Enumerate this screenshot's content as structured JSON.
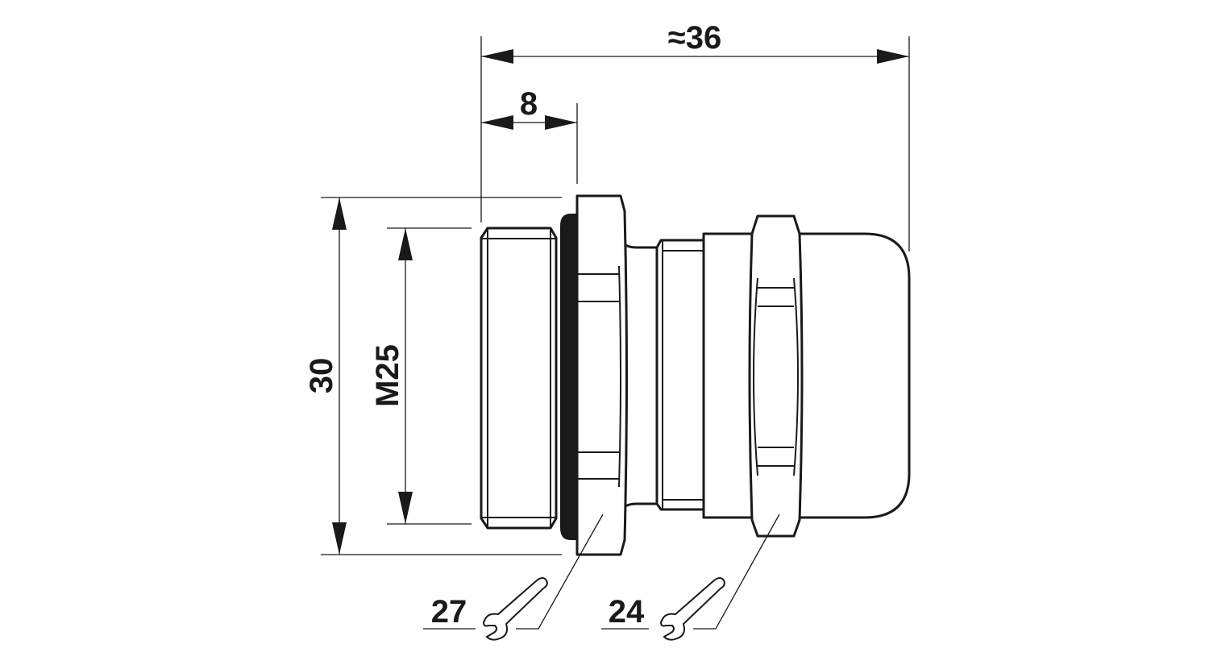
{
  "dimensions": {
    "overall_length": "≈36",
    "thread_length": "8",
    "flange_height": "30",
    "thread_size": "M25"
  },
  "wrench_sizes": {
    "lock_nut": "27",
    "dome_nut": "24"
  },
  "icons": [
    "wrench-icon",
    "wrench-icon"
  ],
  "colors": {
    "line": "#1a1a1a",
    "background": "#ffffff"
  }
}
